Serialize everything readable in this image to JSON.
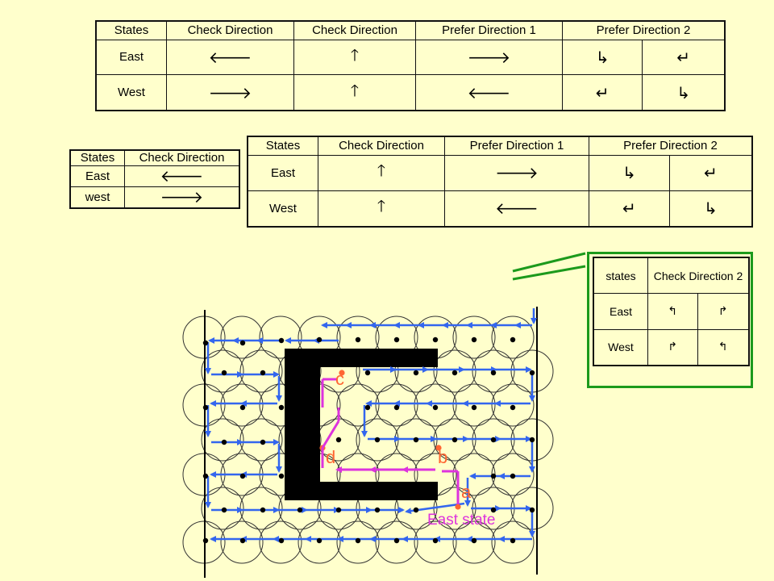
{
  "table_main": {
    "headers": [
      "States",
      "Check Direction",
      "Check Direction",
      "Prefer Direction 1",
      "Prefer Direction 2"
    ],
    "rows": [
      {
        "state": "East",
        "cells": [
          "🡐",
          "🡑",
          "🡒",
          "↳",
          "↵"
        ]
      },
      {
        "state": "West",
        "cells": [
          "🡒",
          "🡑",
          "🡐",
          "↵",
          "↳"
        ]
      }
    ]
  },
  "table_small": {
    "headers": [
      "States",
      "Check Direction"
    ],
    "rows": [
      {
        "state": "East",
        "cells": [
          "🡐"
        ]
      },
      {
        "state": "west",
        "cells": [
          "🡒"
        ]
      }
    ]
  },
  "table_mid": {
    "headers": [
      "States",
      "Check Direction",
      "Prefer Direction 1",
      "Prefer Direction 2"
    ],
    "rows": [
      {
        "state": "East",
        "cells": [
          "🡑",
          "🡒",
          "↳",
          "↵"
        ]
      },
      {
        "state": "West",
        "cells": [
          "🡑",
          "🡐",
          "↵",
          "↳"
        ]
      }
    ]
  },
  "table_check2": {
    "header_state": "states",
    "header_check": "Check Direction 2",
    "rows": [
      {
        "state": "East",
        "cells": [
          "↰",
          "↱"
        ]
      },
      {
        "state": "West",
        "cells": [
          "↱",
          "↰"
        ]
      }
    ]
  },
  "diagram": {
    "labels": {
      "a": "a",
      "b": "b",
      "c": "c",
      "d": "d",
      "state": "East state"
    },
    "colors": {
      "path": "#3366ee",
      "highlight": "#dd33dd",
      "label": "#ff6633",
      "obstacle": "#000000",
      "callout": "#1c9a1c"
    }
  }
}
